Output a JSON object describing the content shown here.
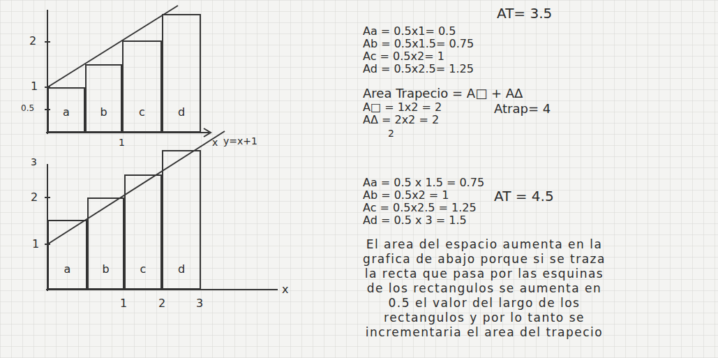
{
  "diagram": {
    "nodes": [
      {
        "text": [
          "a"
        ]
      },
      {
        "text": [
          "b"
        ]
      },
      {
        "text": [
          "c"
        ]
      },
      {
        "text": [
          "d"
        ]
      },
      {
        "text": [
          "a"
        ]
      },
      {
        "text": [
          "b"
        ]
      },
      {
        "text": [
          "c"
        ]
      },
      {
        "text": [
          "d"
        ]
      }
    ],
    "labels": [
      "AT= 3.5",
      "Aa = 0.5x1= 0.5",
      "Ab = 0.5x1.5= 0.75",
      "Ac = 0.5x2= 1",
      "Ad = 0.5x2.5= 1.25",
      "Area Trapecio = A□ + AΔ",
      "A□ = 1x2 = 2",
      "AΔ = 2x2 = 2",
      "2",
      "Atrap= 4",
      "y=x+1",
      "2",
      "1",
      "0.5",
      "1",
      "x",
      "Aa = 0.5 x 1.5 = 0.75",
      "Ab = 0.5x2 = 1",
      "Ac = 0.5x2.5 = 1.25",
      "Ad = 0.5 x 3 = 1.5",
      "AT = 4.5",
      "El area del espacio aumenta en la grafica de abajo porque si se traza la recta que pasa por las esquinas de los rectangulos se aumenta en 0.5 el valor del largo de los rectangulos y por lo tanto se incrementaria el area del trapecio",
      "3",
      "2",
      "1",
      "1",
      "2",
      "3",
      "x"
    ]
  }
}
